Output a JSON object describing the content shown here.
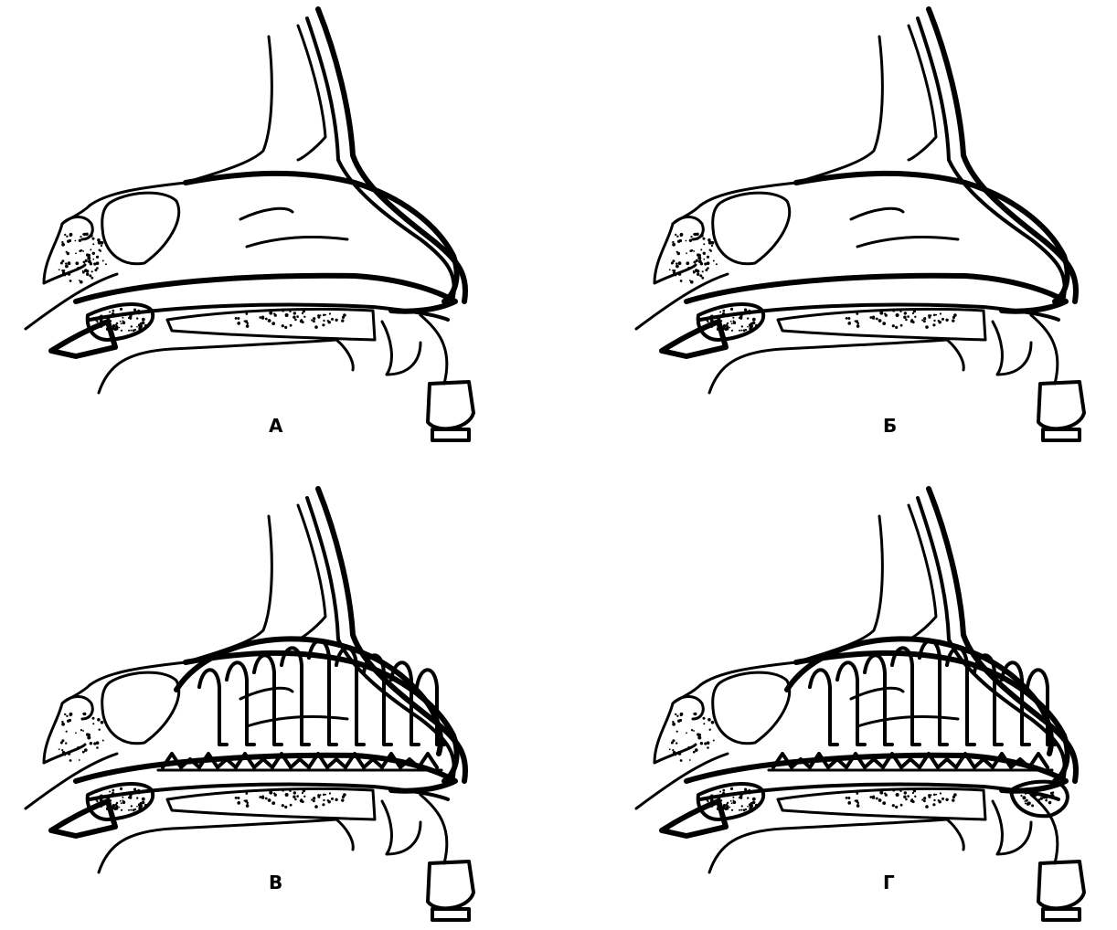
{
  "panels": [
    {
      "id": "A",
      "label": "А",
      "stage": "base"
    },
    {
      "id": "B",
      "label": "Б",
      "stage": "base"
    },
    {
      "id": "C",
      "label": "В",
      "stage": "packed"
    },
    {
      "id": "D",
      "label": "Г",
      "stage": "packed-posterior"
    }
  ],
  "colors": {
    "line": "#000000",
    "background": "#ffffff"
  }
}
